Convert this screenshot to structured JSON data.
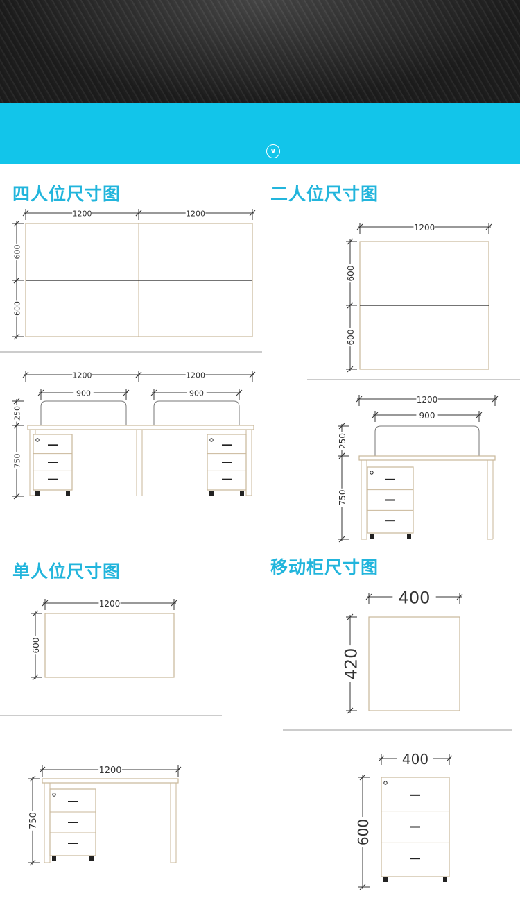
{
  "banner": {
    "icon": "chevron-down-circle-icon",
    "color": "#12c5ea"
  },
  "sections": {
    "four_person": {
      "title": "四人位尺寸图",
      "plan": {
        "width_labels": [
          "1200",
          "1200"
        ],
        "depth_labels": [
          "600",
          "600"
        ]
      },
      "elevation": {
        "width_labels": [
          "1200",
          "1200"
        ],
        "screen_labels": [
          "900",
          "900"
        ],
        "screen_height": "250",
        "desk_height": "750"
      }
    },
    "two_person": {
      "title": "二人位尺寸图",
      "plan": {
        "width_label": "1200",
        "depth_labels": [
          "600",
          "600"
        ]
      },
      "elevation": {
        "width_label": "1200",
        "screen_label": "900",
        "screen_height": "250",
        "desk_height": "750"
      }
    },
    "single": {
      "title": "单人位尺寸图",
      "plan": {
        "width_label": "1200",
        "depth_label": "600"
      },
      "elevation": {
        "width_label": "1200",
        "desk_height": "750"
      }
    },
    "cabinet": {
      "title": "移动柜尺寸图",
      "plan": {
        "width_label": "400",
        "depth_label": "420"
      },
      "elevation": {
        "width_label": "400",
        "height_label": "600"
      }
    }
  },
  "colors": {
    "title": "#22b5dc",
    "panel_edge": "#c9b79a",
    "line": "#333333"
  }
}
